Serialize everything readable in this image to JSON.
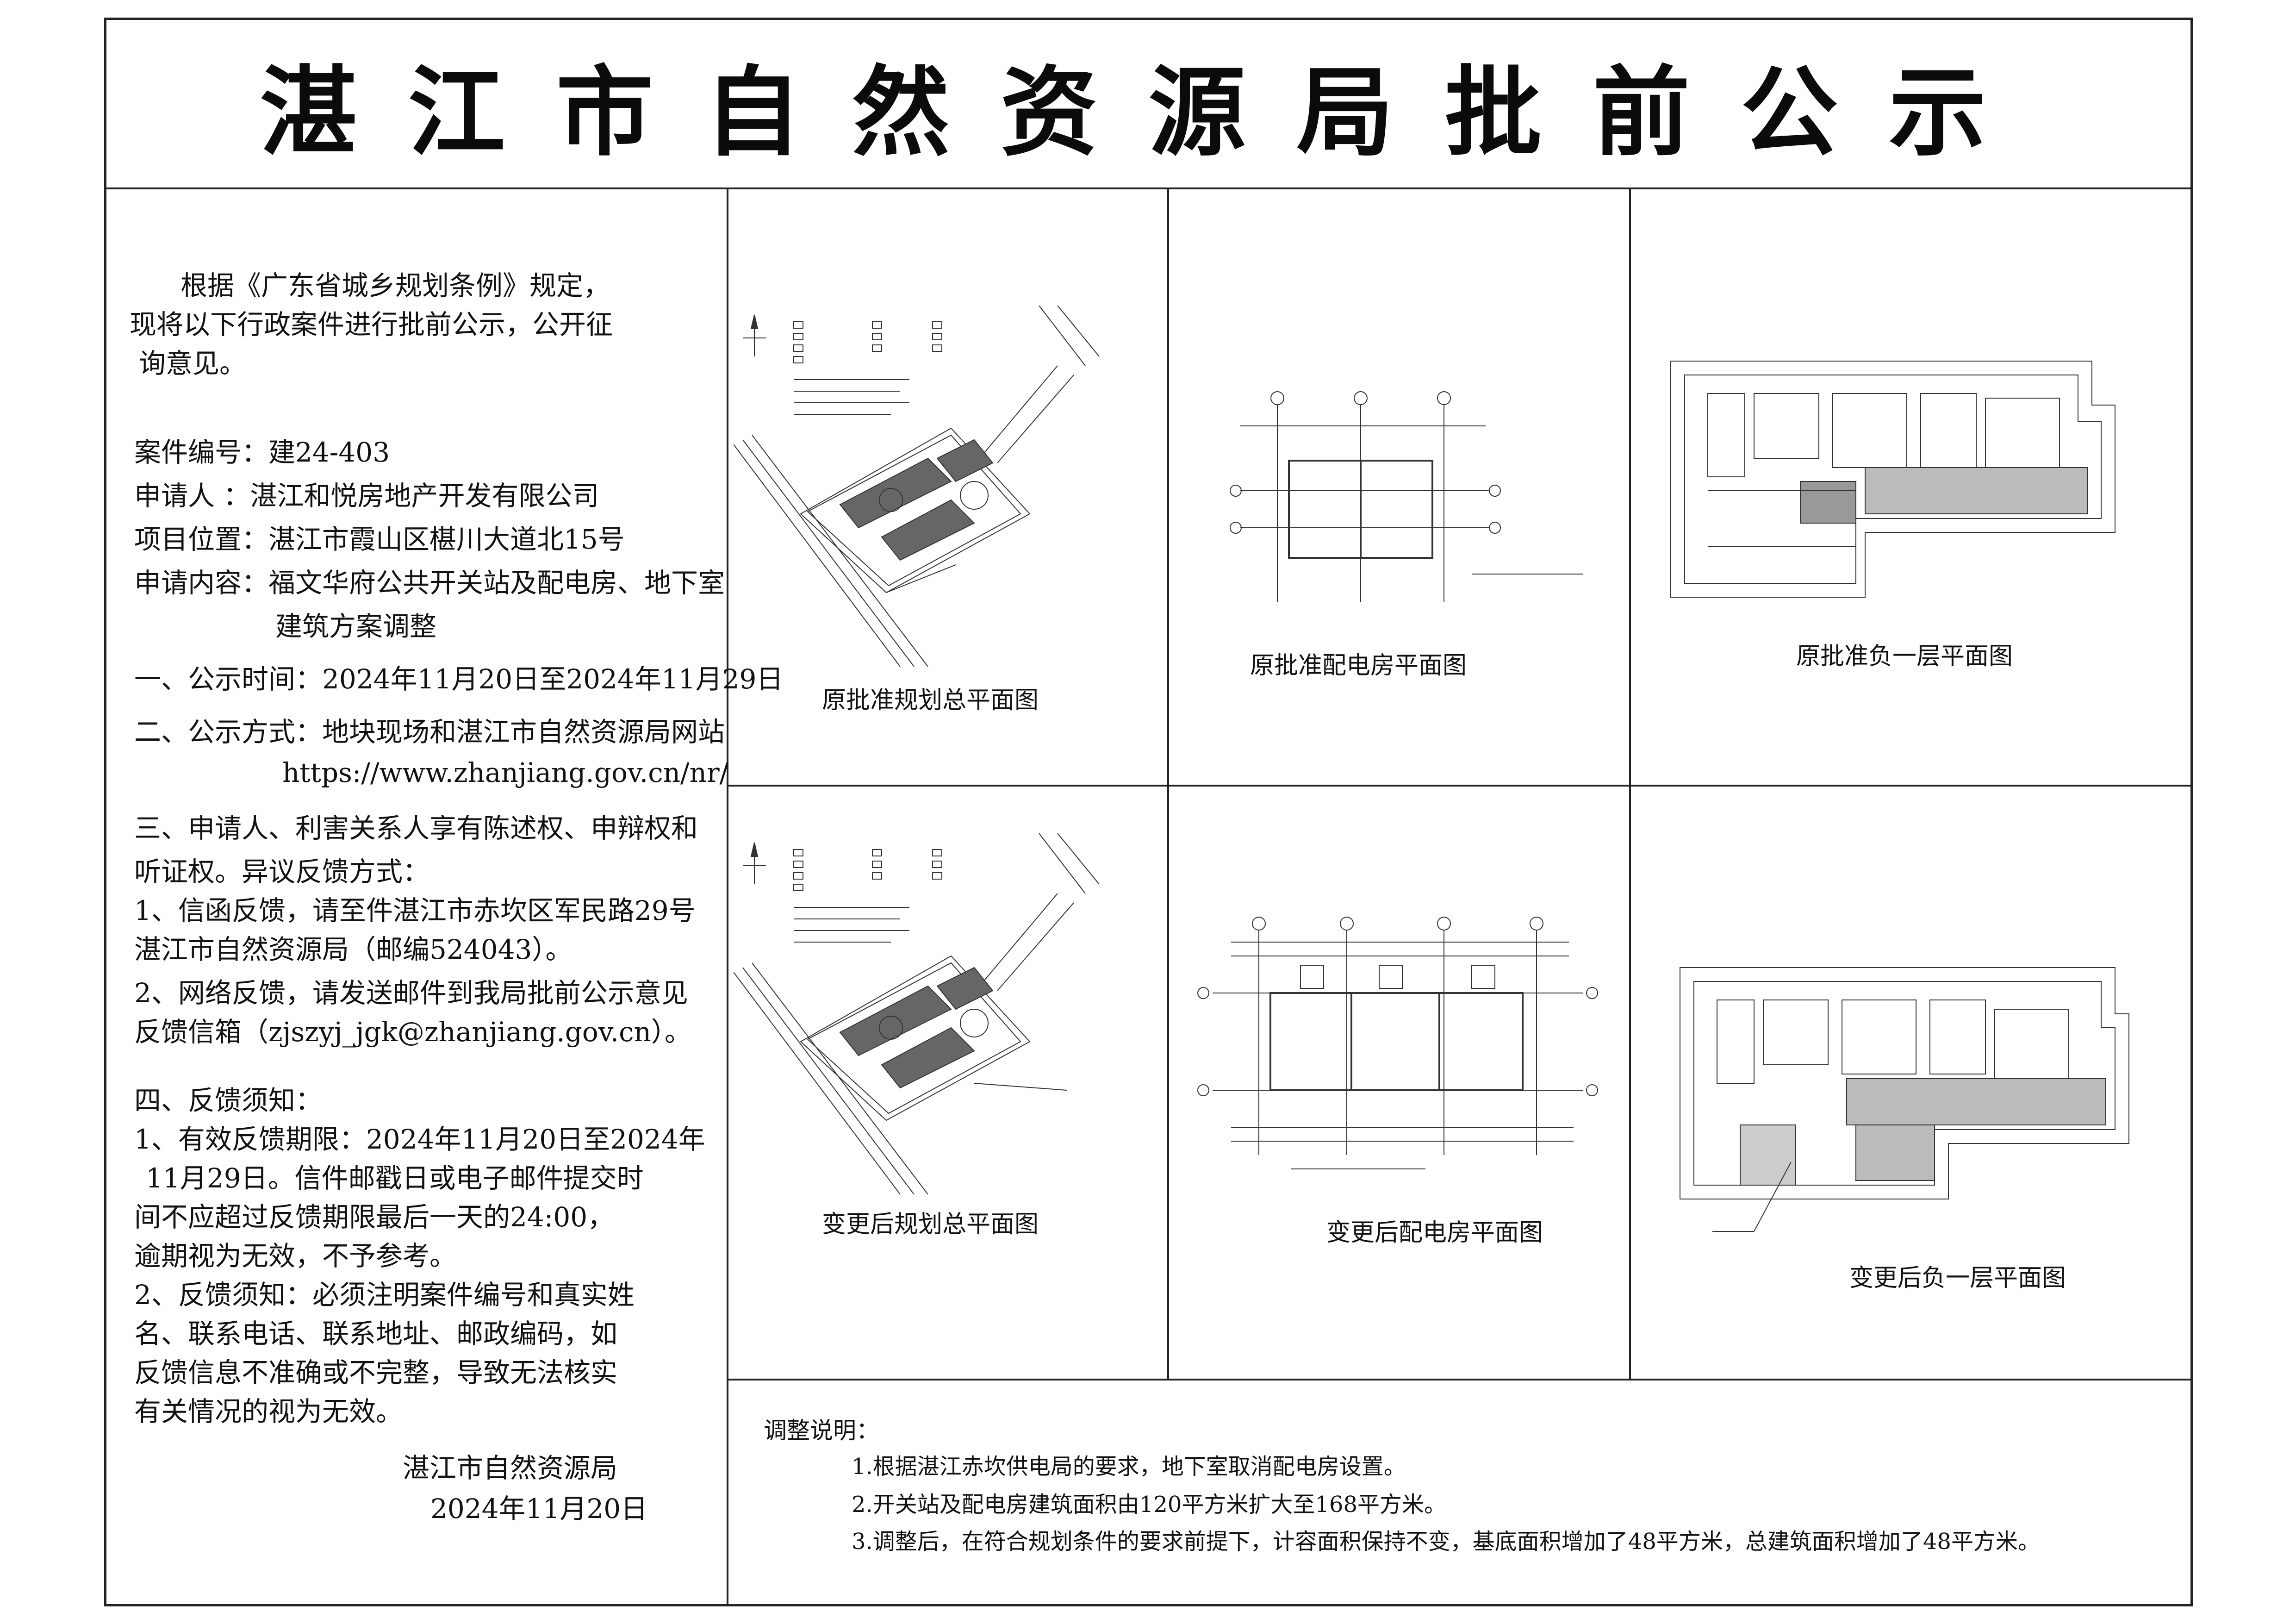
{
  "title": "湛江市自然资源局批前公示",
  "left": {
    "intro": [
      "根据《广东省城乡规划条例》规定，",
      "现将以下行政案件进行批前公示，公开征",
      "询意见。"
    ],
    "case_no": "案件编号：建24-403",
    "applicant": "申请人  ：湛江和悦房地产开发有限公司",
    "location": "项目位置：湛江市霞山区椹川大道北15号",
    "content": [
      "申请内容：福文华府公共开关站及配电房、地下室",
      "建筑方案调整"
    ],
    "period": "一、公示时间：2024年11月20日至2024年11月29日",
    "method": [
      "二、公示方式：地块现场和湛江市自然资源局网站",
      "https://www.zhanjiang.gov.cn/nr/"
    ],
    "rights": [
      "三、申请人、利害关系人享有陈述权、申辩权和",
      "听证权。异议反馈方式：",
      "1、信函反馈，请至件湛江市赤坎区军民路29号",
      "湛江市自然资源局（邮编524043）。",
      "2、网络反馈，请发送邮件到我局批前公示意见",
      "反馈信箱（zjszyj_jgk@zhanjiang.gov.cn）。"
    ],
    "notice": [
      "四、反馈须知：",
      "1、有效反馈期限：2024年11月20日至2024年",
      "11月29日。信件邮戳日或电子邮件提交时",
      "间不应超过反馈期限最后一天的24:00，",
      "逾期视为无效，不予参考。",
      "2、反馈须知：必须注明案件编号和真实姓",
      "名、联系电话、联系地址、邮政编码，如",
      "反馈信息不准确或不完整，导致无法核实",
      "有关情况的视为无效。"
    ],
    "signature": "湛江市自然资源局",
    "date": "2024年11月20日"
  },
  "captions": {
    "orig_site": "原批准规划总平面图",
    "orig_power": "原批准配电房平面图",
    "orig_basement": "原批准负一层平面图",
    "new_site": "变更后规划总平面图",
    "new_power": "变更后配电房平面图",
    "new_basement": "变更后负一层平面图"
  },
  "adjust": {
    "title": "调整说明：",
    "items": [
      "1.根据湛江赤坎供电局的要求，地下室取消配电房设置。",
      "2.开关站及配电房建筑面积由120平方米扩大至168平方米。",
      "3.调整后，在符合规划条件的要求前提下，计容面积保持不变，基底面积增加了48平方米，总建筑面积增加了48平方米。"
    ]
  }
}
